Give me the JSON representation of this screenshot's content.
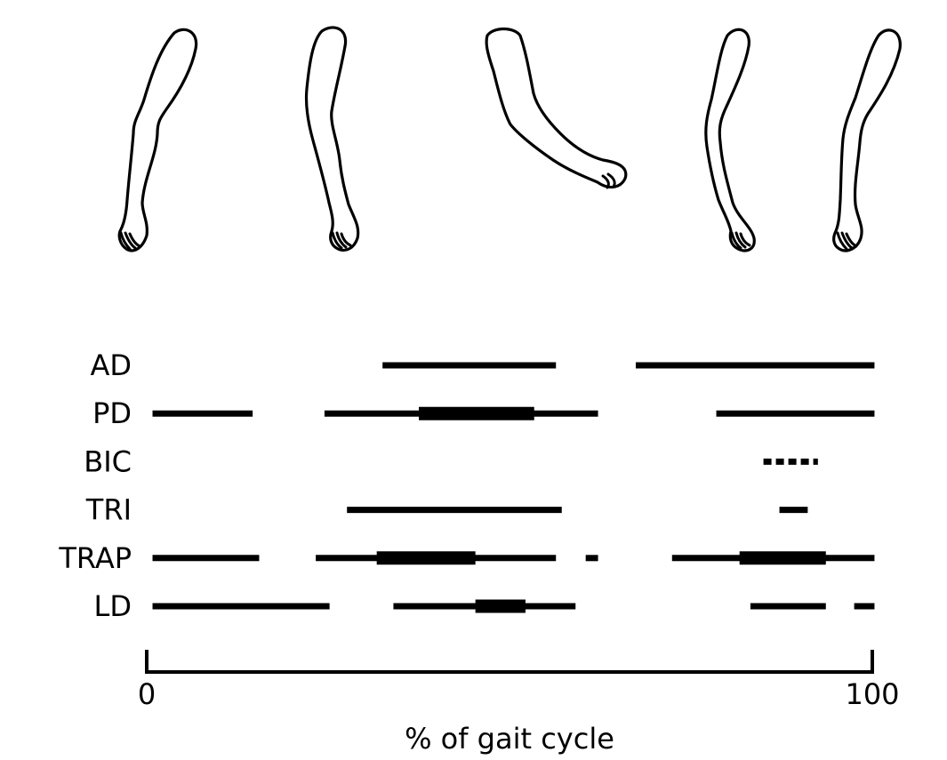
{
  "chart_data": {
    "type": "gantt",
    "xlabel": "% of gait cycle",
    "xlim": [
      0,
      100
    ],
    "x_ticks": [
      0,
      100
    ],
    "x_tick_labels": [
      "0",
      "100"
    ],
    "muscles": [
      {
        "name": "AD",
        "segments": [
          {
            "start": 32.5,
            "end": 56.4,
            "level": "normal"
          },
          {
            "start": 67.4,
            "end": 100.3,
            "level": "normal"
          }
        ]
      },
      {
        "name": "PD",
        "segments": [
          {
            "start": 0.8,
            "end": 14.6,
            "level": "normal"
          },
          {
            "start": 24.5,
            "end": 62.2,
            "level": "normal"
          },
          {
            "start": 37.5,
            "end": 53.4,
            "level": "strong"
          },
          {
            "start": 78.5,
            "end": 100.3,
            "level": "normal"
          }
        ]
      },
      {
        "name": "BIC",
        "segments": [
          {
            "start": 85.0,
            "end": 92.5,
            "level": "weak"
          }
        ]
      },
      {
        "name": "TRI",
        "segments": [
          {
            "start": 27.6,
            "end": 57.2,
            "level": "normal"
          },
          {
            "start": 87.2,
            "end": 91.1,
            "level": "normal"
          }
        ]
      },
      {
        "name": "TRAP",
        "segments": [
          {
            "start": 0.8,
            "end": 15.5,
            "level": "normal"
          },
          {
            "start": 23.3,
            "end": 56.4,
            "level": "normal"
          },
          {
            "start": 31.7,
            "end": 45.3,
            "level": "strong"
          },
          {
            "start": 60.5,
            "end": 62.2,
            "level": "normal"
          },
          {
            "start": 72.4,
            "end": 100.3,
            "level": "normal"
          },
          {
            "start": 81.7,
            "end": 93.6,
            "level": "strong"
          }
        ]
      },
      {
        "name": "LD",
        "segments": [
          {
            "start": 0.8,
            "end": 25.2,
            "level": "normal"
          },
          {
            "start": 34.0,
            "end": 59.1,
            "level": "normal"
          },
          {
            "start": 45.3,
            "end": 52.2,
            "level": "strong"
          },
          {
            "start": 83.2,
            "end": 93.6,
            "level": "normal"
          },
          {
            "start": 97.5,
            "end": 100.3,
            "level": "normal"
          }
        ]
      }
    ]
  },
  "arm_poses": [
    "hanging",
    "hanging",
    "flexed",
    "hanging",
    "hanging"
  ]
}
